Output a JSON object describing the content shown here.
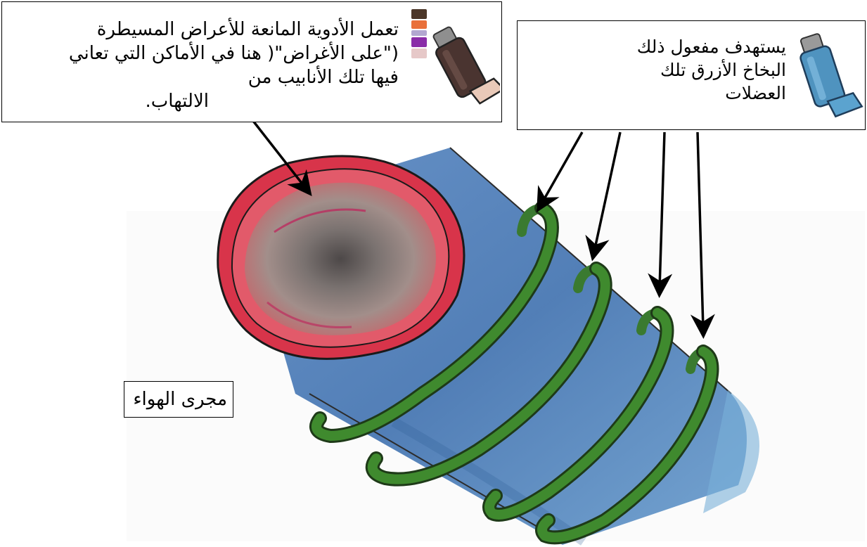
{
  "callouts": {
    "controller": {
      "lines": [
        "تعمل الأدوية المانعة للأعراض المسيطرة",
        "(\"على الأغراض\"( هنا في الأماكن التي تعاني",
        "فيها تلك الأنابيب من",
        "الالتهاب."
      ],
      "icon": "brown-inhaler-icon"
    },
    "reliever": {
      "lines": [
        "يستهدف مفعول ذلك",
        "البخاخ الأزرق تلك",
        "العضلات"
      ],
      "icon": "blue-inhaler-icon"
    }
  },
  "labels": {
    "airway": "مجرى الهواء"
  },
  "colors": {
    "airway_tube": "#4f7fb8",
    "inflamed_lining": "#d8344a",
    "lumen_center": "#6a6464",
    "smooth_muscle": "#3f8a2e",
    "controller_inhaler": "#4a3430",
    "reliever_inhaler": "#4f93bf"
  }
}
